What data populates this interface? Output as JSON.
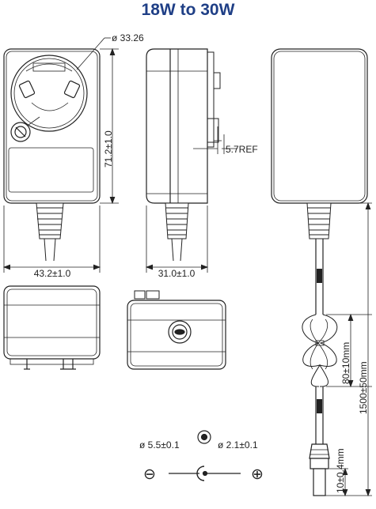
{
  "title": "18W to 30W",
  "dimensions": {
    "plug_diameter": "ø 33.26",
    "height": "71.2±1.0",
    "width": "43.2±1.0",
    "depth": "31.0±1.0",
    "pin_offset": "5.7REF",
    "bundle_length": "80±10mm",
    "cable_length": "1500±50mm",
    "tip_length": "10±0.4mm",
    "outer_diameter": "ø 5.5±0.1",
    "inner_diameter": "ø 2.1±0.1"
  },
  "polarity": {
    "negative": "⊖",
    "positive": "⊕"
  },
  "colors": {
    "title": "#1f3f86",
    "line": "#222222"
  }
}
